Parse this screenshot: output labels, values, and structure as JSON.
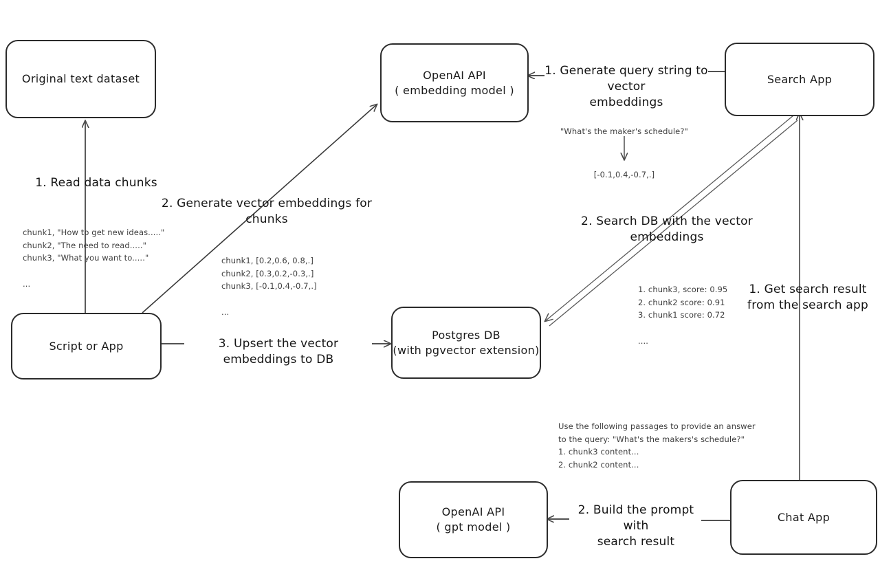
{
  "diagram": {
    "title": "RAG pipeline with pgvector",
    "stroke_color": "#2b2b2b",
    "text_color": "#1a1a1a",
    "note_color": "#3d3d3d",
    "background": "#ffffff"
  },
  "nodes": {
    "original_dataset": {
      "line1": "Original text dataset",
      "line2": ""
    },
    "script_or_app": {
      "line1": "Script or App",
      "line2": ""
    },
    "openai_embedding": {
      "line1": "OpenAI API",
      "line2": "( embedding model )"
    },
    "postgres_db": {
      "line1": "Postgres DB",
      "line2": "(with pgvector extension)"
    },
    "search_app": {
      "line1": "Search App",
      "line2": ""
    },
    "openai_gpt": {
      "line1": "OpenAI API",
      "line2": "( gpt model )"
    },
    "chat_app": {
      "line1": "Chat App",
      "line2": ""
    }
  },
  "labels": {
    "read_data_chunks": "1. Read data chunks",
    "generate_vector_embeddings": "2. Generate vector embeddings for chunks",
    "upsert_to_db": "3. Upsert the vector embeddings  to DB",
    "generate_query_string": "1. Generate query string to vector\nembeddings",
    "search_db": "2. Search DB with the vector embeddings",
    "get_search_result": "1. Get search result\nfrom the search app",
    "build_prompt": "2. Build the prompt with\nsearch result"
  },
  "notes": {
    "source_chunks": "chunk1, \"How to get new ideas.....\"\nchunk2, \"The need to read.....\"\nchunk3, \"What you want to.....\"\n\n...",
    "chunk_embeddings": "chunk1, [0.2,0.6, 0.8,.]\nchunk2, [0.3,0.2,-0.3,.]\nchunk3, [-0.1,0.4,-0.7,.]\n\n...",
    "query_string": "\"What's the maker's schedule?\"",
    "query_embedding": "[-0.1,0.4,-0.7,.]",
    "search_results": "1. chunk3, score: 0.95\n2. chunk2 score: 0.91\n3. chunk1 score: 0.72\n\n....",
    "prompt_text": "Use the following passages to provide an answer\nto the query: \"What's the makers's schedule?\"\n1. chunk3 content...\n2. chunk2 content..."
  }
}
